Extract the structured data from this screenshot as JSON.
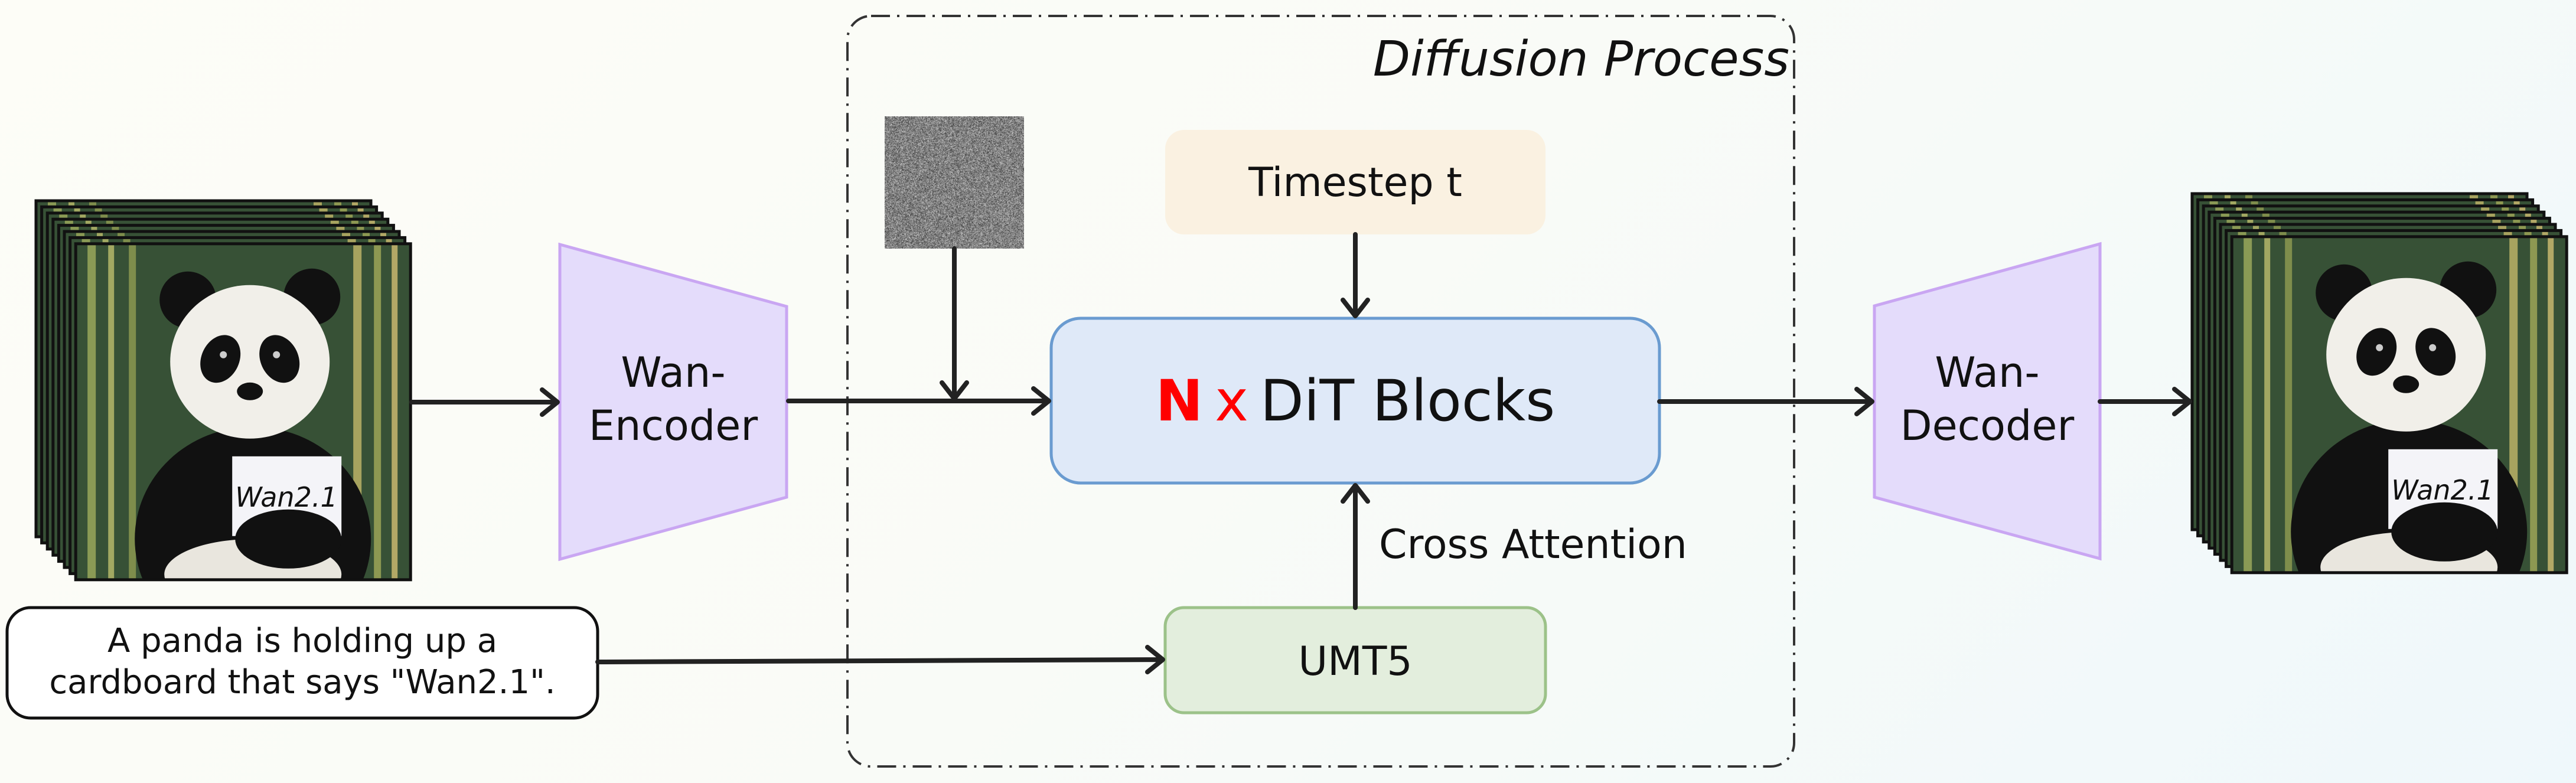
{
  "diffusion_process": {
    "title": "Diffusion Process"
  },
  "input_video": {
    "sign_text": "Wan2.1",
    "frame_count": 8
  },
  "output_video": {
    "sign_text": "Wan2.1",
    "frame_count": 8
  },
  "encoder": {
    "line1": "Wan-",
    "line2": "Encoder",
    "color": "#e4dcfb",
    "stroke": "#c9a6f2"
  },
  "decoder": {
    "line1": "Wan-",
    "line2": "Decoder",
    "color": "#e4dcfb",
    "stroke": "#c9a6f2"
  },
  "timestep": {
    "label": "Timestep t",
    "color": "#faf1e1"
  },
  "dit": {
    "n": "N",
    "x": "x",
    "label": "DiT Blocks",
    "color": "#dfe9f8",
    "stroke": "#6a9bd0",
    "accent": "#ff0000"
  },
  "cross_attention": {
    "label": "Cross Attention"
  },
  "umt5": {
    "label": "UMT5",
    "color": "#e3eedd",
    "stroke": "#9cc289"
  },
  "prompt": {
    "line1": "A panda is holding up a",
    "line2": "cardboard that says \"Wan2.1\"."
  }
}
